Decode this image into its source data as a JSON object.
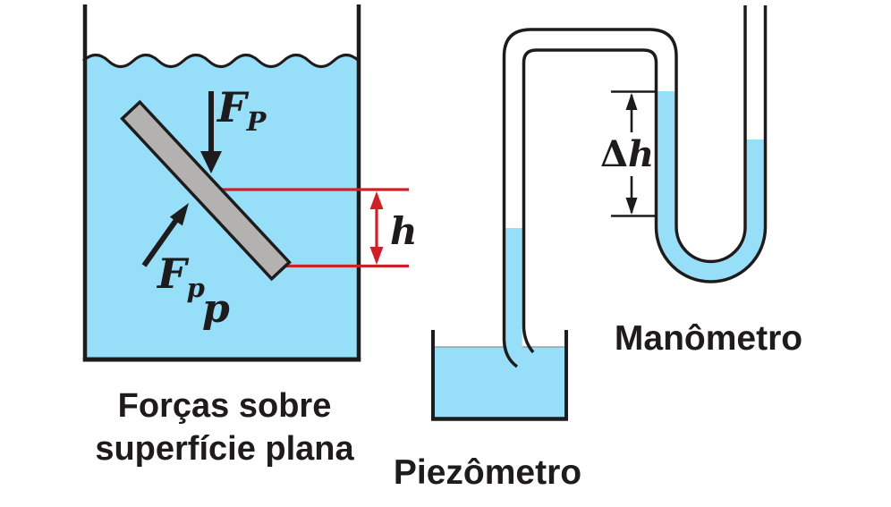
{
  "colors": {
    "water": "#97DEF9",
    "ink": "#1E1B1C",
    "red": "#CE2127",
    "plate": "#B3B2B1",
    "surface_line": "#9AA1A6"
  },
  "left_diagram": {
    "force_upper": {
      "base": "F",
      "sub": "P"
    },
    "force_lower": {
      "base": "F",
      "sub": "p"
    },
    "pressure_label": "p",
    "depth_label": "h",
    "caption_line1": "Forças sobre",
    "caption_line2": "superfície plana"
  },
  "right_diagram": {
    "delta_h": {
      "delta": "Δ",
      "h": "h"
    },
    "manometer_label": "Manômetro",
    "piezometer_label": "Piezômetro"
  }
}
